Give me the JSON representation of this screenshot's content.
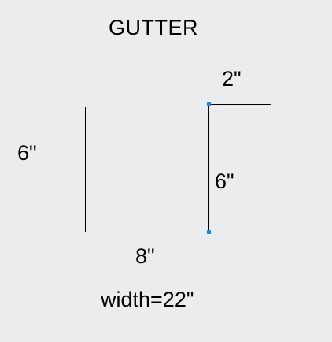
{
  "title": "GUTTER",
  "dimensions": {
    "top_flange": "2\"",
    "left_side": "6\"",
    "right_side": "6\"",
    "bottom": "8\""
  },
  "width_label": "width=22\"",
  "colors": {
    "background": "#ebecee",
    "line": "#000000",
    "vertex": "#1e88e5"
  }
}
